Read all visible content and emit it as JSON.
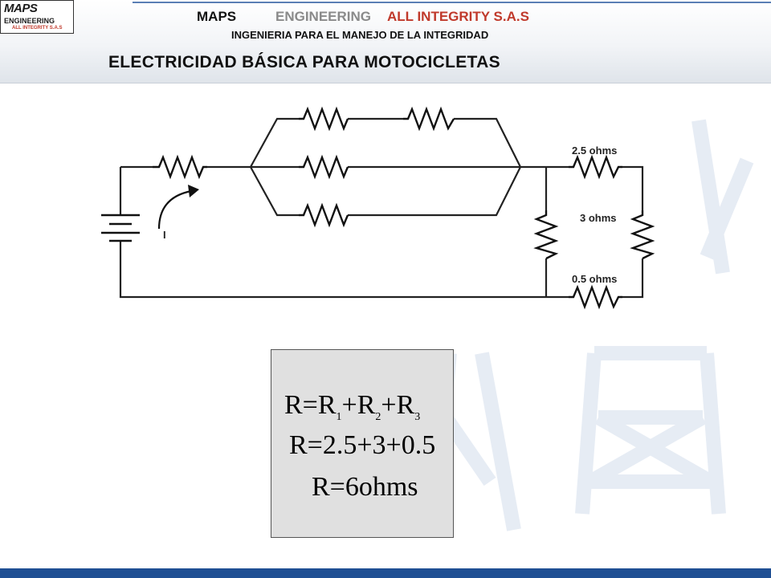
{
  "header": {
    "logo_main": "MAPS",
    "logo_sub": "ENGINEERING",
    "logo_sub2": "ALL INTEGRITY S.A.S",
    "company_a": "MAPS",
    "company_b": "ENGINEERING",
    "company_c": "ALL INTEGRITY S.A.S",
    "subtitle": "INGENIERIA PARA EL MANEJO DE LA INTEGRIDAD",
    "title": "ELECTRICIDAD BÁSICA PARA MOTOCICLETAS"
  },
  "circuit": {
    "label_r1": "2.5 ohms",
    "label_r2": "3 ohms",
    "label_r3": "0.5 ohms",
    "current_label": "I"
  },
  "formula": {
    "line1": [
      "R=R",
      "1",
      "+R",
      "2",
      "+R",
      "3"
    ],
    "line2": "R=2.5+3+0.5",
    "line3": "R=6ohms"
  },
  "colors": {
    "footer": "#1f4f93",
    "company_red": "#c0392b",
    "watermark": "#e8eef6"
  }
}
